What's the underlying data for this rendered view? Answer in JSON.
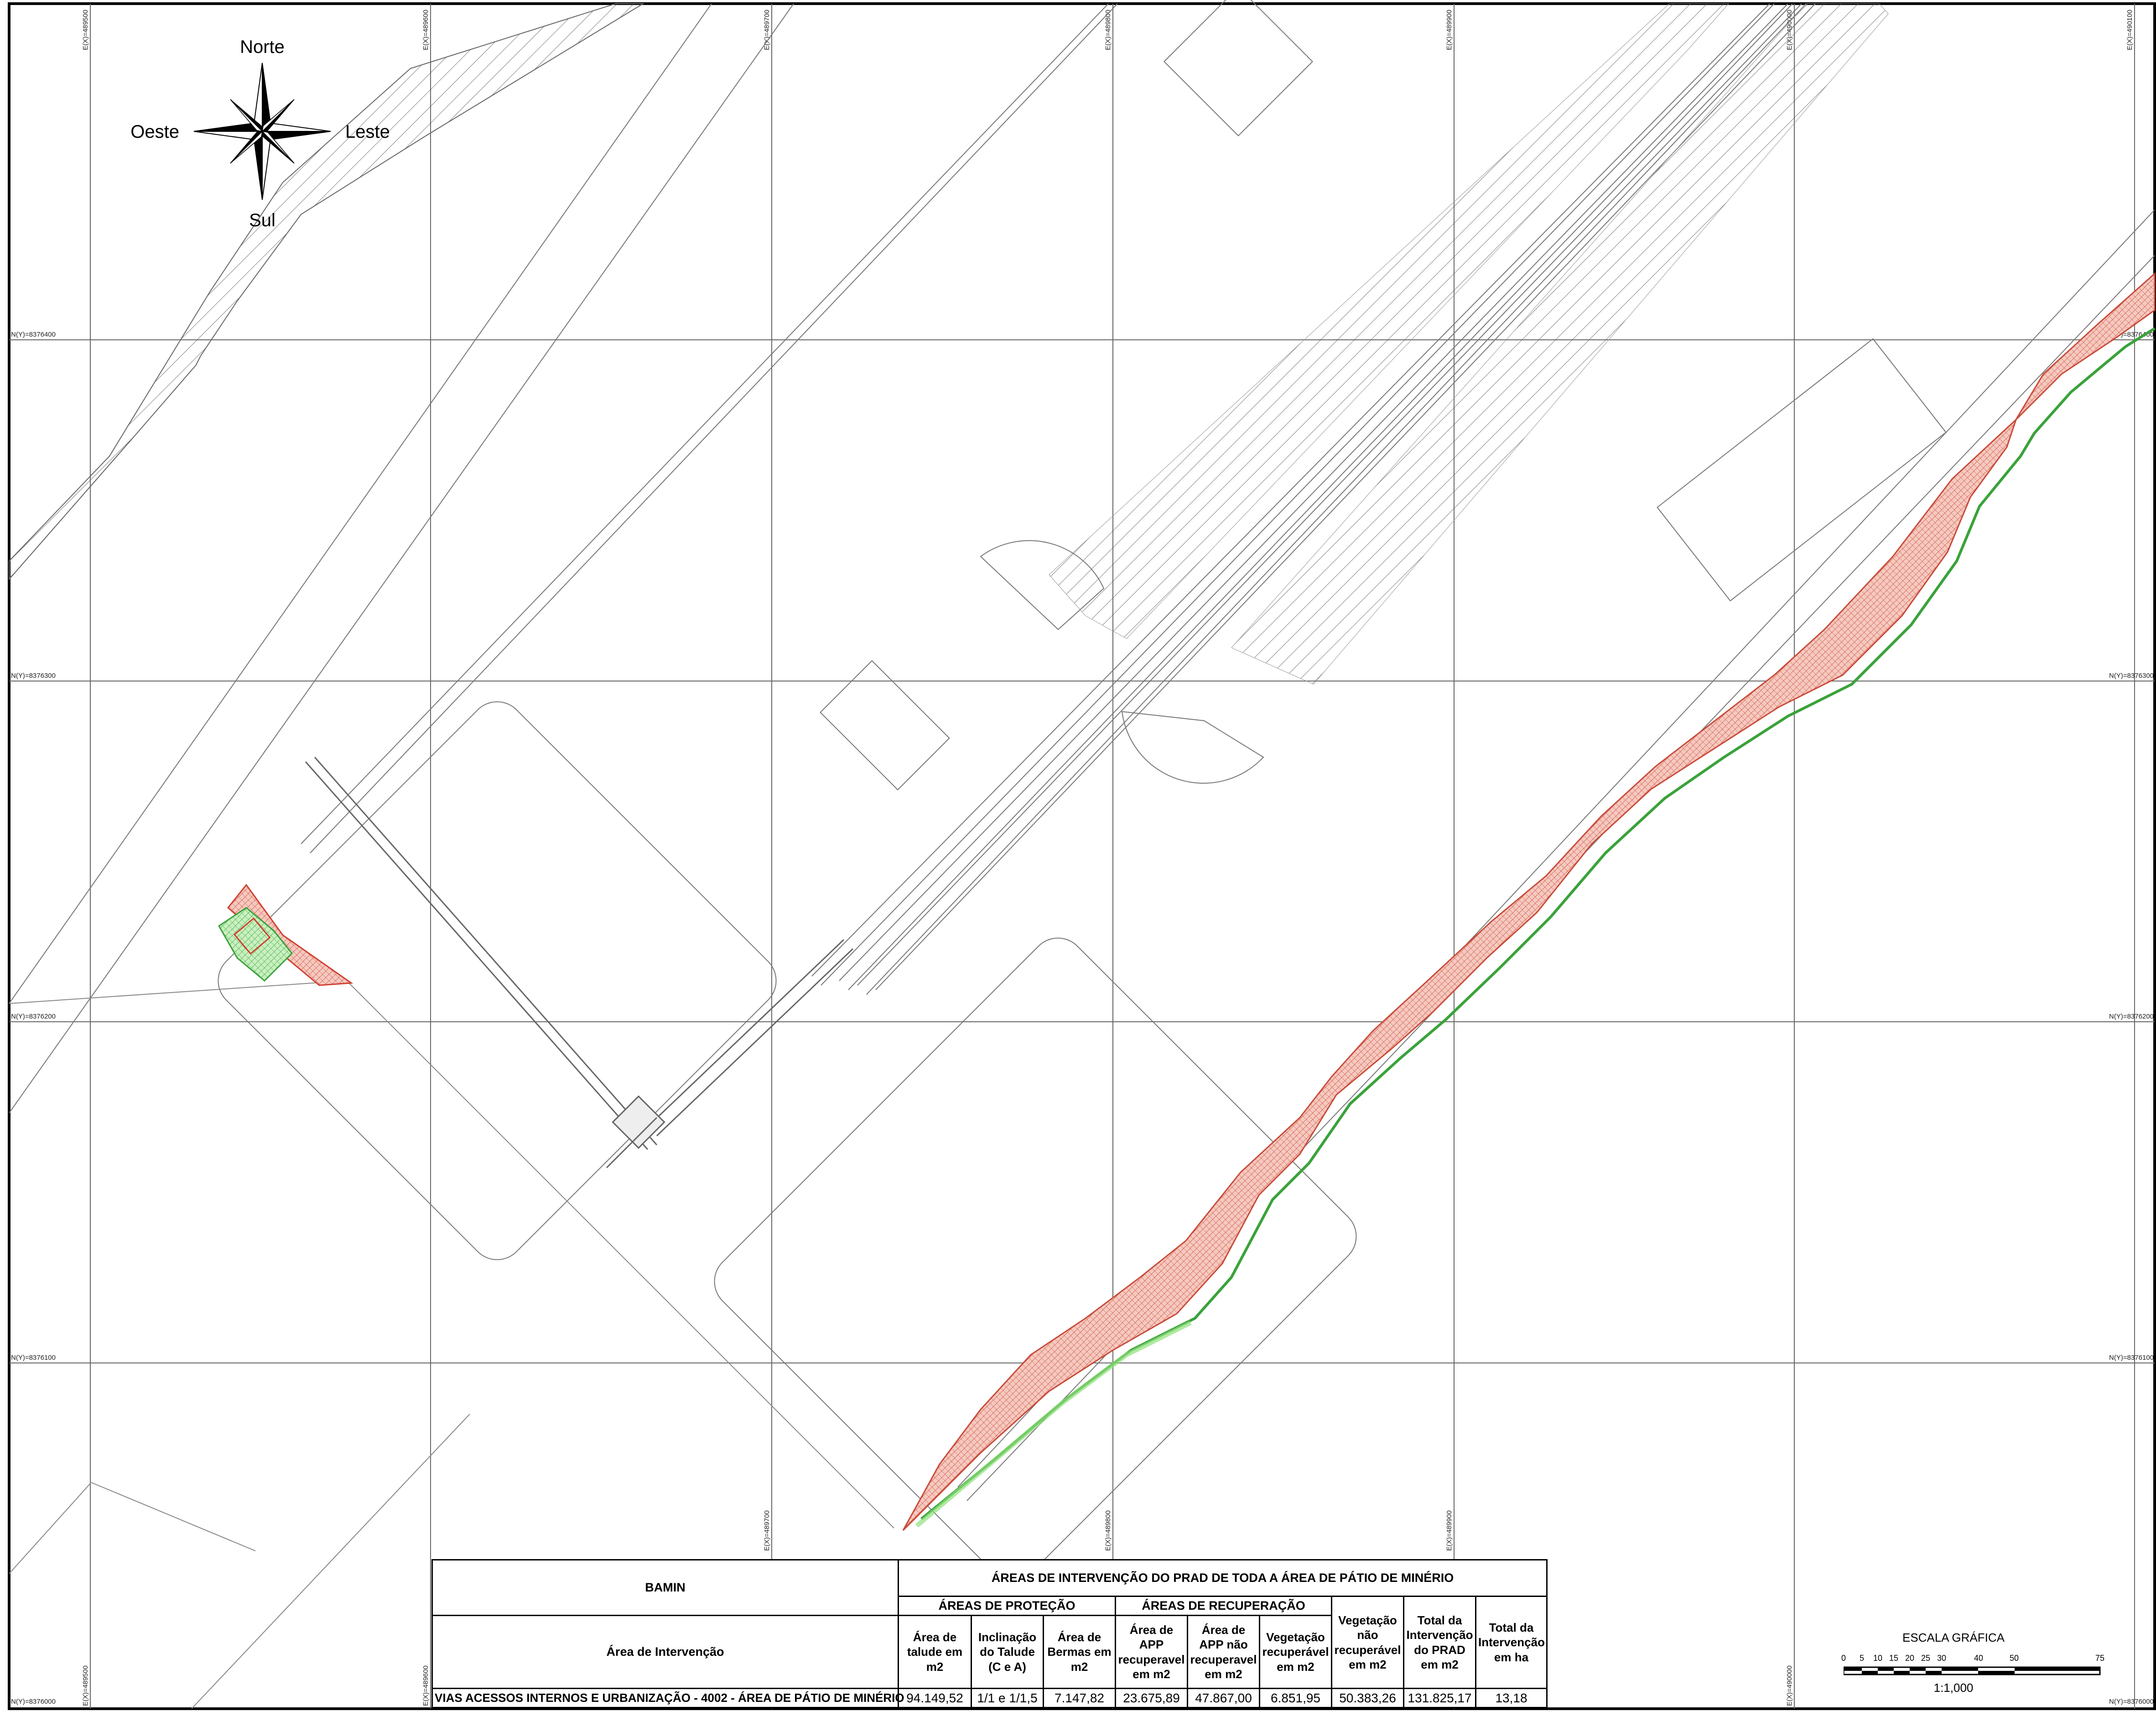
{
  "compass": {
    "north": "Norte",
    "south": "Sul",
    "east": "Leste",
    "west": "Oeste"
  },
  "grid": {
    "easting_labels": [
      "E(X)=489500",
      "E(X)=489600",
      "E(X)=489700",
      "E(X)=489800",
      "E(X)=489900",
      "E(X)=490000",
      "E(X)=490100"
    ],
    "northing_labels": [
      "N(Y)=8376400",
      "N(Y)=8376300",
      "N(Y)=8376200",
      "N(Y)=8376100",
      "N(Y)=8376000"
    ],
    "bottom_easting_labels": [
      "E(X)=489500",
      "E(X)=489600",
      "E(X)=489700",
      "E(X)=489800",
      "E(X)=489900",
      "E(X)=490000"
    ]
  },
  "legend_colors": {
    "intervention_red": "#e0604a",
    "recovery_green": "#5fd35a"
  },
  "table": {
    "owner": "BAMIN",
    "main_title": "ÁREAS DE INTERVENÇÃO DO PRAD DE TODA A ÁREA DE PÁTIO DE MINÉRIO",
    "group_protection": "ÁREAS DE PROTEÇÃO",
    "group_recovery": "ÁREAS DE RECUPERAÇÃO",
    "row_header": "Área de Intervenção",
    "columns": [
      "Área de talude em m2",
      "Inclinação do Talude (C e A)",
      "Área de Bermas em m2",
      "Área de APP recuperavel em m2",
      "Área de APP não recuperavel em m2",
      "Vegetação recuperável em m2",
      "Vegetação não recuperável em m2",
      "Total da Intervenção do PRAD em m2",
      "Total da Intervenção em ha"
    ],
    "rows": [
      {
        "name": "VIAS ACESSOS INTERNOS E URBANIZAÇÃO - 4002 - ÁREA DE PÁTIO DE MINÉRIO",
        "values": [
          "94.149,52",
          "1/1 e 1/1,5",
          "7.147,82",
          "23.675,89",
          "47.867,00",
          "6.851,95",
          "50.383,26",
          "131.825,17",
          "13,18"
        ]
      }
    ]
  },
  "scale": {
    "title": "ESCALA GRÁFICA",
    "ticks": [
      "0",
      "5",
      "10",
      "15",
      "20",
      "25",
      "30",
      "40",
      "50",
      "75"
    ],
    "ratio": "1:1,000"
  }
}
